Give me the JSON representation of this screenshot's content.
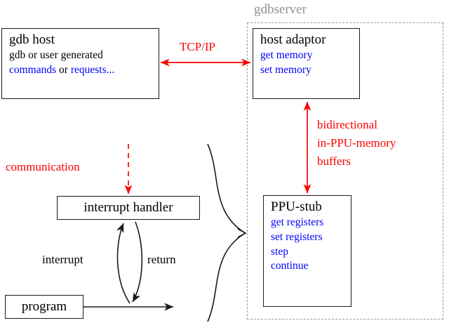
{
  "diagram": {
    "title_region": {
      "label": "gdbserver",
      "color": "#909090"
    },
    "boxes": {
      "gdb_host": {
        "title": "gdb host",
        "line1_a": "gdb",
        "line1_b": " or user generated",
        "line2_a": "commands",
        "line2_b": " or ",
        "line2_c": "requests..."
      },
      "host_adaptor": {
        "title": "host adaptor",
        "items": [
          "get memory",
          "set memory"
        ]
      },
      "ppu_stub": {
        "title": "PPU-stub",
        "items": [
          "get registers",
          "set registers",
          "step",
          "continue"
        ]
      },
      "interrupt_handler": {
        "title": "interrupt handler"
      },
      "program": {
        "title": "program"
      }
    },
    "labels": {
      "tcpip": "TCP/IP",
      "bidirectional_line1": "bidirectional",
      "bidirectional_line2": "in-PPU-memory",
      "bidirectional_line3": "buffers",
      "communication": "communication",
      "interrupt": "interrupt",
      "return": "return"
    },
    "colors": {
      "red": "#ff0000",
      "blue": "#0000ff",
      "black": "#1a1a1a",
      "gray": "#909090"
    }
  }
}
